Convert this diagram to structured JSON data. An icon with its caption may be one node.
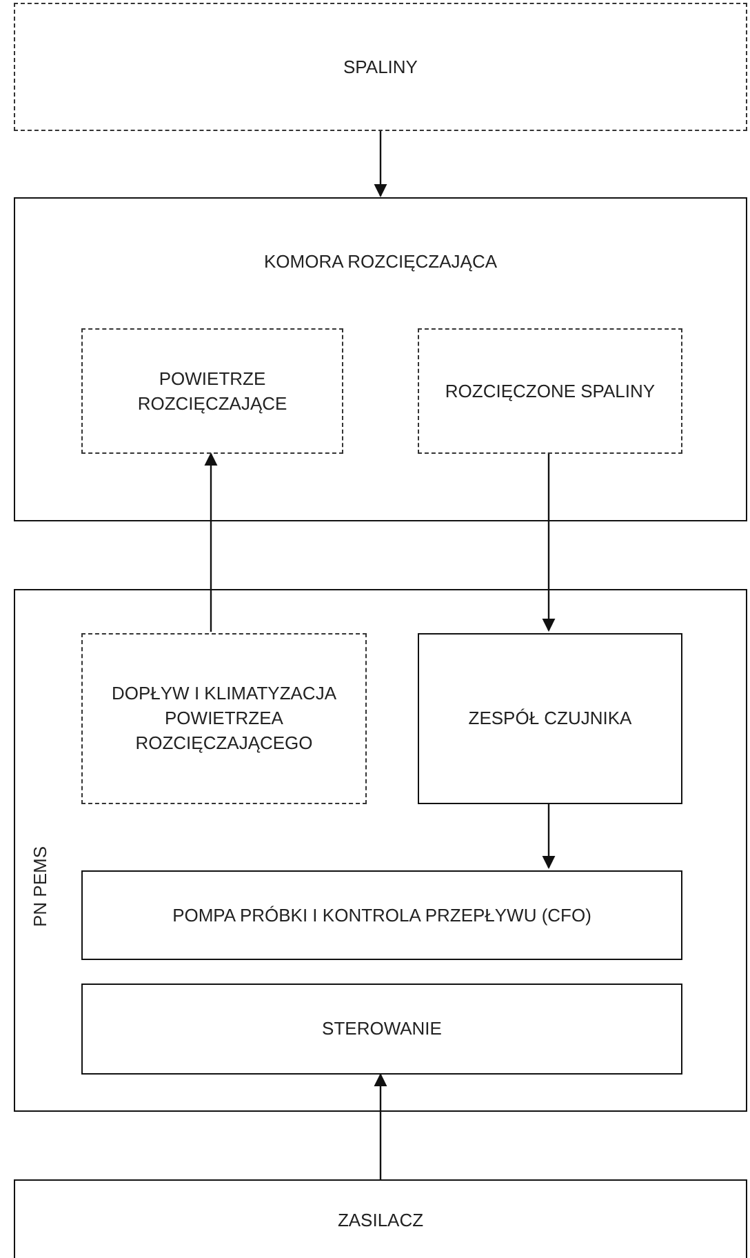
{
  "diagram": {
    "nodes": [
      {
        "text": [
          "SPALINY"
        ]
      },
      {
        "text": [
          "KOMORA ROZCIĘCZAJĄCA"
        ]
      },
      {
        "text": [
          "POWIETRZE ROZCIĘCZAJĄCE"
        ],
        "in": 1
      },
      {
        "text": [
          "ROZCIĘCZONE SPALINY"
        ],
        "in": 1
      },
      {
        "text": [
          "PN PEMS"
        ]
      },
      {
        "text": [
          "DOPŁYW I KLIMATYZACJA POWIETRZEA ROZCIĘCZAJĄCEGO"
        ],
        "in": 4
      },
      {
        "text": [
          "ZESPÓŁ CZUJNIKA"
        ],
        "in": 4
      },
      {
        "text": [
          "POMPA PRÓBKI I KONTROLA PRZEPŁYWU (CFO)"
        ],
        "in": 4
      },
      {
        "text": [
          "STEROWANIE"
        ],
        "in": 4
      },
      {
        "text": [
          "ZASILACZ"
        ]
      }
    ],
    "edges": [
      {
        "from": 0,
        "to": 1,
        "arrow": "to"
      },
      {
        "from": 5,
        "to": 2,
        "arrow": "to"
      },
      {
        "from": 3,
        "to": 6,
        "arrow": "to"
      },
      {
        "from": 6,
        "to": 7,
        "arrow": "to"
      },
      {
        "from": 9,
        "to": 8,
        "arrow": "to"
      }
    ]
  }
}
